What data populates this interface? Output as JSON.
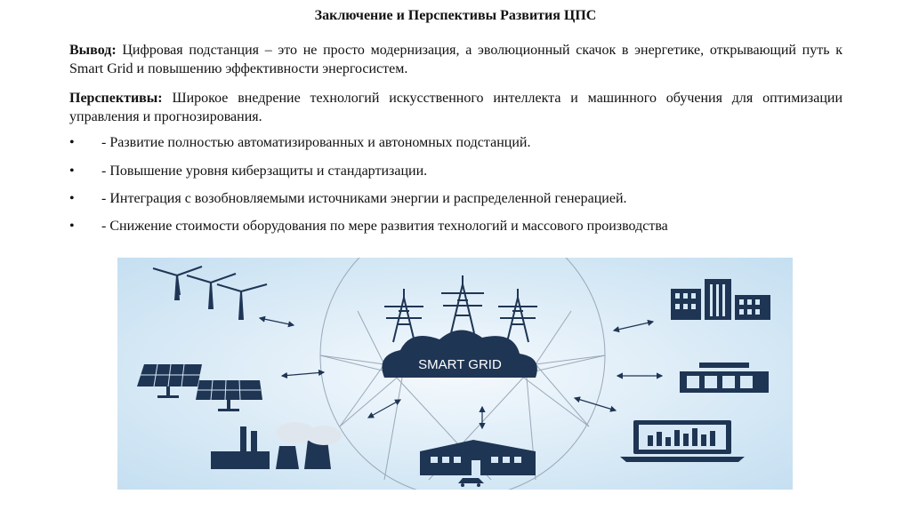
{
  "slide": {
    "title": "Заключение и Перспективы Развития ЦПС",
    "conclusion_label": "Вывод:",
    "conclusion_text": " Цифровая подстанция – это не просто модернизация, а эволюционный скачок в энергетике, открывающий путь к Smart Grid и повышению эффективности энергосистем.",
    "prospects_label": "Перспективы:",
    "prospects_text": " Широкое внедрение технологий искусственного интеллекта и машинного обучения для оптимизации управления и прогнозирования.",
    "bullet_marker": "•",
    "bullets": [
      "- Развитие полностью автоматизированных и автономных подстанций.",
      "- Повышение уровня киберзащиты и стандартизации.",
      "- Интеграция с возобновляемыми источниками энергии и распределенной генерацией.",
      "- Снижение стоимости оборудования по мере развития технологий и массового производства"
    ]
  },
  "figure": {
    "cloud_label": "SMART GRID",
    "background_color": "#d6e8f5",
    "icon_color": "#1f3554",
    "icons": [
      "wind-turbines-icon",
      "solar-panels-icon",
      "power-plant-icon",
      "transmission-towers-icon",
      "smart-grid-cloud-icon",
      "house-icon",
      "car-icon",
      "office-buildings-icon",
      "factory-icon",
      "laptop-chart-icon"
    ]
  }
}
